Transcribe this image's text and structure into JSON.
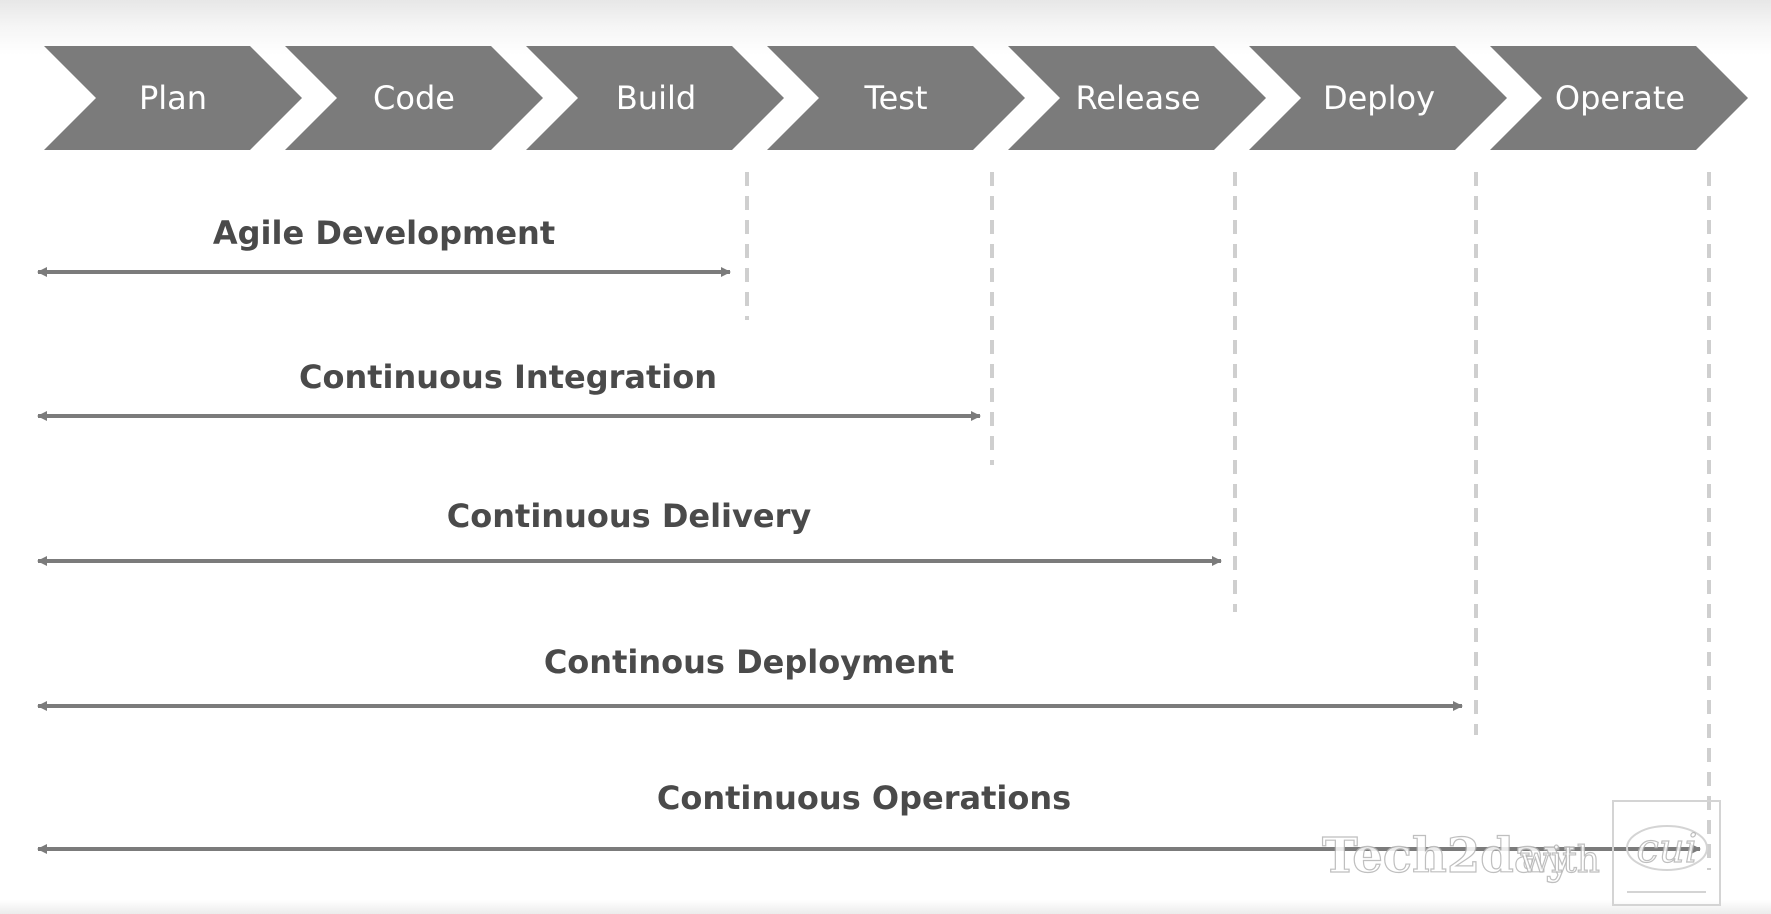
{
  "stages": [
    {
      "label": "Plan"
    },
    {
      "label": "Code"
    },
    {
      "label": "Build"
    },
    {
      "label": "Test"
    },
    {
      "label": "Release"
    },
    {
      "label": "Deploy"
    },
    {
      "label": "Operate"
    }
  ],
  "ranges": [
    {
      "label": "Agile Development",
      "from_stage": "Plan",
      "to_stage": "Build"
    },
    {
      "label": "Continuous Integration",
      "from_stage": "Plan",
      "to_stage": "Test"
    },
    {
      "label": "Continuous Delivery",
      "from_stage": "Plan",
      "to_stage": "Release"
    },
    {
      "label": "Continous Deployment",
      "from_stage": "Plan",
      "to_stage": "Deploy"
    },
    {
      "label": "Continuous Operations",
      "from_stage": "Plan",
      "to_stage": "Operate"
    }
  ],
  "watermark": {
    "brand": "Tech2day",
    "joiner": "with",
    "logo_text": "cui"
  },
  "colors": {
    "chevron": "#7b7b7b",
    "arrow": "#7b7b7b",
    "dash": "#cfcfcf",
    "range_text": "#4a4a4a",
    "stage_text": "#ffffff"
  }
}
